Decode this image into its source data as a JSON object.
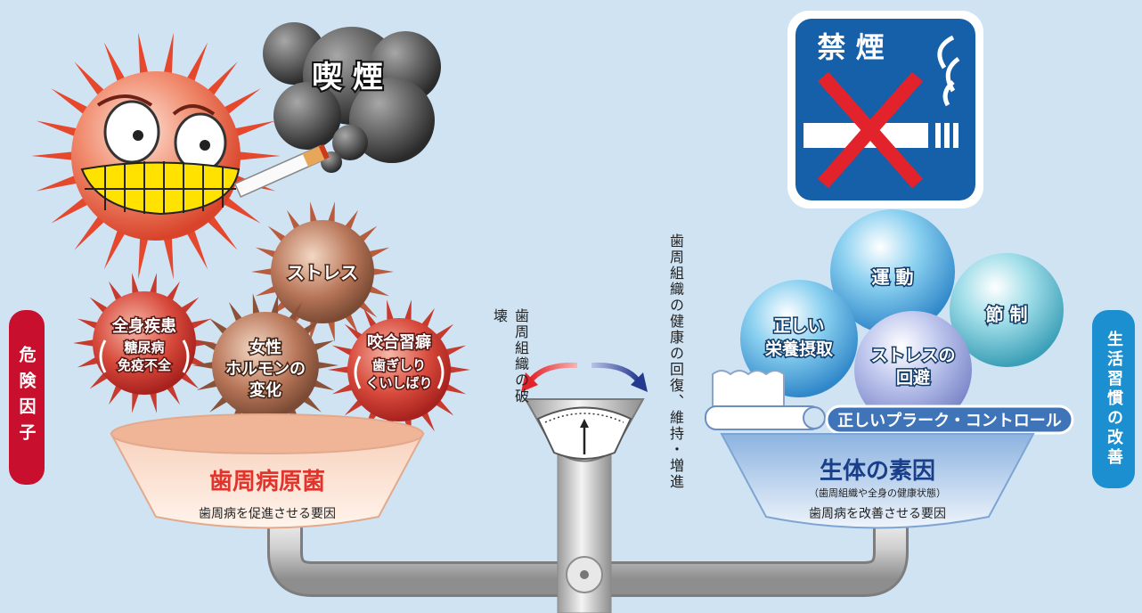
{
  "smoking": {
    "label": "喫 煙"
  },
  "no_smoking_sign": {
    "label": "禁 煙"
  },
  "risk_tab": {
    "label": "危険因子"
  },
  "lifestyle_tab": {
    "label": "生活習慣の改善"
  },
  "left_factors": {
    "systemic": {
      "line1": "全身疾患",
      "line2": "糖尿病",
      "line3": "免疫不全"
    },
    "stress": {
      "label": "ストレス"
    },
    "hormone": {
      "line1": "女性",
      "line2": "ホルモンの",
      "line3": "変化"
    },
    "bruxism": {
      "line1": "咬合習癖",
      "line2": "歯ぎしり",
      "line3": "くいしばり"
    }
  },
  "left_bowl": {
    "title": "歯周病原菌",
    "subtitle": "歯周病を促進させる要因"
  },
  "right_factors": {
    "nutrition": {
      "line1": "正しい",
      "line2": "栄養摂取"
    },
    "exercise": {
      "label": "運 動"
    },
    "moderation": {
      "label": "節 制"
    },
    "stress_avoid": {
      "line1": "ストレスの",
      "line2": "回避"
    },
    "plaque_control": {
      "label": "正しいプラーク・コントロール"
    }
  },
  "right_bowl": {
    "title": "生体の素因",
    "note": "（歯周組織や全身の健康状態）",
    "subtitle": "歯周病を改善させる要因"
  },
  "center": {
    "destruction": "歯周組織の破壊",
    "recovery": "歯周組織の健康の回復、維持・増進"
  },
  "colors": {
    "background": "#cfe3f3",
    "risk_red": "#c8102e",
    "lifestyle_blue": "#1b8fd0",
    "sign_blue": "#1560a8",
    "bowl_title_red": "#e0342c",
    "bowl_title_blue": "#1a3f8a"
  }
}
